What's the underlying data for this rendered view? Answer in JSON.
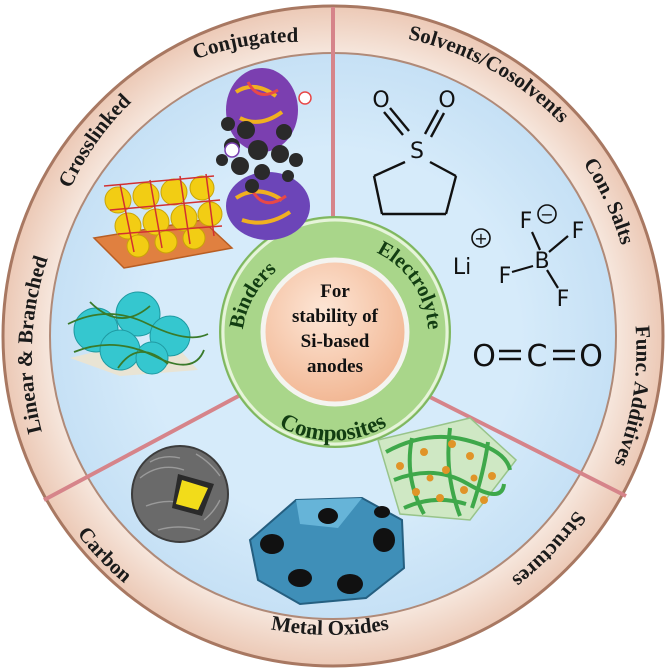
{
  "outer_ring_labels": {
    "conjugated": "Conjugated",
    "solvents": "Solvents/Cosolvents",
    "con_salts": "Con. Salts",
    "func_additives": "Func. Additives",
    "structures": "Structures",
    "metal_oxides": "Metal Oxides",
    "carbon": "Carbon",
    "linear_branched": "Linear & Branched",
    "crosslinked": "Crosslinked"
  },
  "inner_ring_labels": {
    "binders": "Binders",
    "electrolyte": "Electrolyte",
    "composites": "Composites"
  },
  "center": {
    "line1": "For",
    "line2": "stability of",
    "line3": "Si-based",
    "line4": "anodes"
  },
  "chemistry": {
    "sulfolane_o1": "O",
    "sulfolane_o2": "O",
    "sulfolane_s": "S",
    "li": "Li",
    "plus": "+",
    "boron": "B",
    "minus": "−",
    "f_top": "F",
    "f_right": "F",
    "f_left": "F",
    "f_bottom": "F",
    "co2_o1": "O",
    "co2_c": "C",
    "co2_o2": "O"
  },
  "colors": {
    "outer_ring": "#f4ddd0",
    "ring_border": "#a87862",
    "sector_fill": "#c9e2f6",
    "divider": "#d6848a",
    "inner_ring": "#a9d68a",
    "center_fill": "#f6c7a8",
    "binder_sphere": "#f2cd14",
    "teal_sphere": "#35c7cf",
    "oxide_blue": "#3f8fb8"
  }
}
